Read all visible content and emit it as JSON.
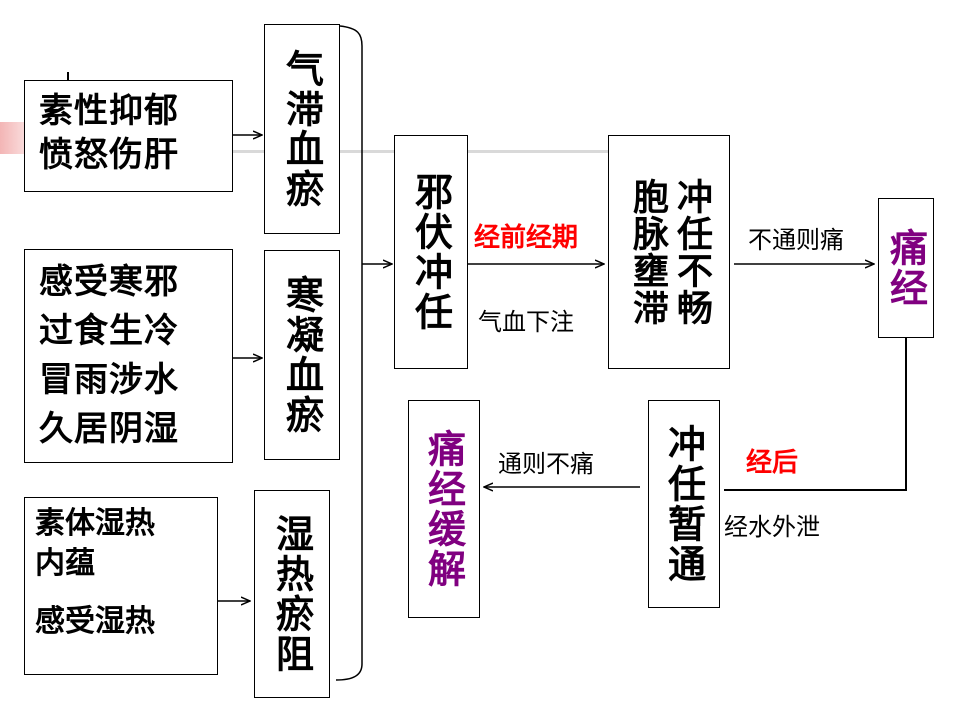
{
  "colors": {
    "accent_red": "#ff0000",
    "accent_purple": "#800080",
    "slide_accent": "#f7c6c6"
  },
  "causes": {
    "qi_emotion": "素性抑郁\n愤怒伤肝",
    "cold": "感受寒邪\n过食生冷\n冒雨涉水\n久居阴湿",
    "damp_heat_line1": "素体湿热\n内蕴",
    "damp_heat_line2": "感受湿热"
  },
  "mechanisms": {
    "qi_stagnation": "气滞血瘀",
    "cold_coagulation": "寒凝血瘀",
    "damp_heat": "湿热瘀阻"
  },
  "flow": {
    "evil_lodged": "邪伏冲任",
    "chong_ren_block": "冲任不畅\n胞脉壅滞",
    "dysmenorrhea": "痛经",
    "chong_ren_open": "冲任暂通",
    "relief": "痛经缓解"
  },
  "labels": {
    "menstrual_period": "经前经期",
    "qi_blood_down": "气血下注",
    "no_flow_pain": "不通则痛",
    "after_period": "经后",
    "flow_no_pain": "通则不痛",
    "blood_drain": "经水外泄"
  }
}
